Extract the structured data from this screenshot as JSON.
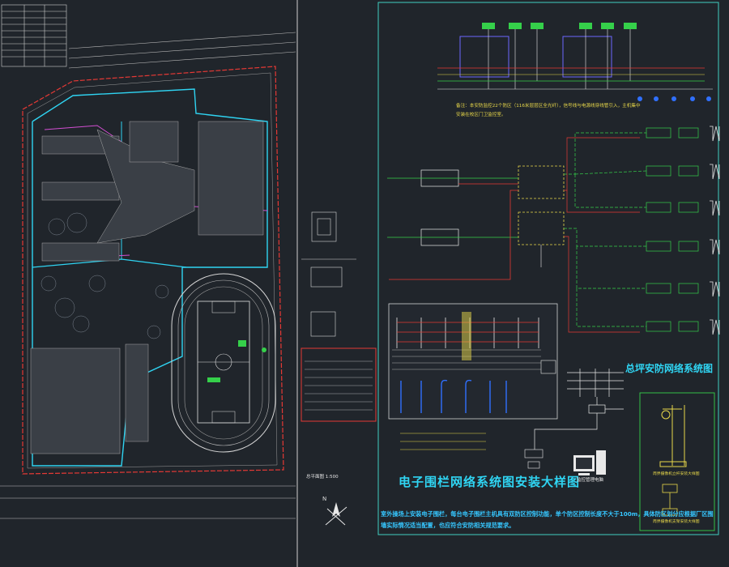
{
  "main_title": "电子围栏网络系统图安装大样图",
  "side_title": "总坪安防网络系统图",
  "bottom_note": "室外操场上安装电子围栏，每台电子围栏主机具有双防区控制功能，单个防区控制长度不大于100m，具体防区划分应根据厂区围墙实际情况适当配置，也应符合安防相关规范要求。",
  "top_note": "备注：本安防监控22个防区（116米层层区全光纤），信号线与电源线穿线管引入，主机集中安装在校区门卫监控室。",
  "plan_caption": "总平面图 1:500",
  "north_label": "N",
  "pc_label": "监控管理电脑",
  "pole_caption_1": "周界摄像机立杆安装大样图",
  "pole_caption_2": "周界摄像机支架安装大样图",
  "colors": {
    "background": "#20252b",
    "cyan": "#2fd4f2",
    "red": "#e53935",
    "green": "#35d04a",
    "yellow": "#e8d84a",
    "white": "#e8e8e8",
    "magenta": "#d34fd3",
    "blue": "#3070ff"
  },
  "icons": [
    "north-arrow-icon",
    "computer-icon",
    "camera-pole-icon",
    "camera-icon"
  ]
}
